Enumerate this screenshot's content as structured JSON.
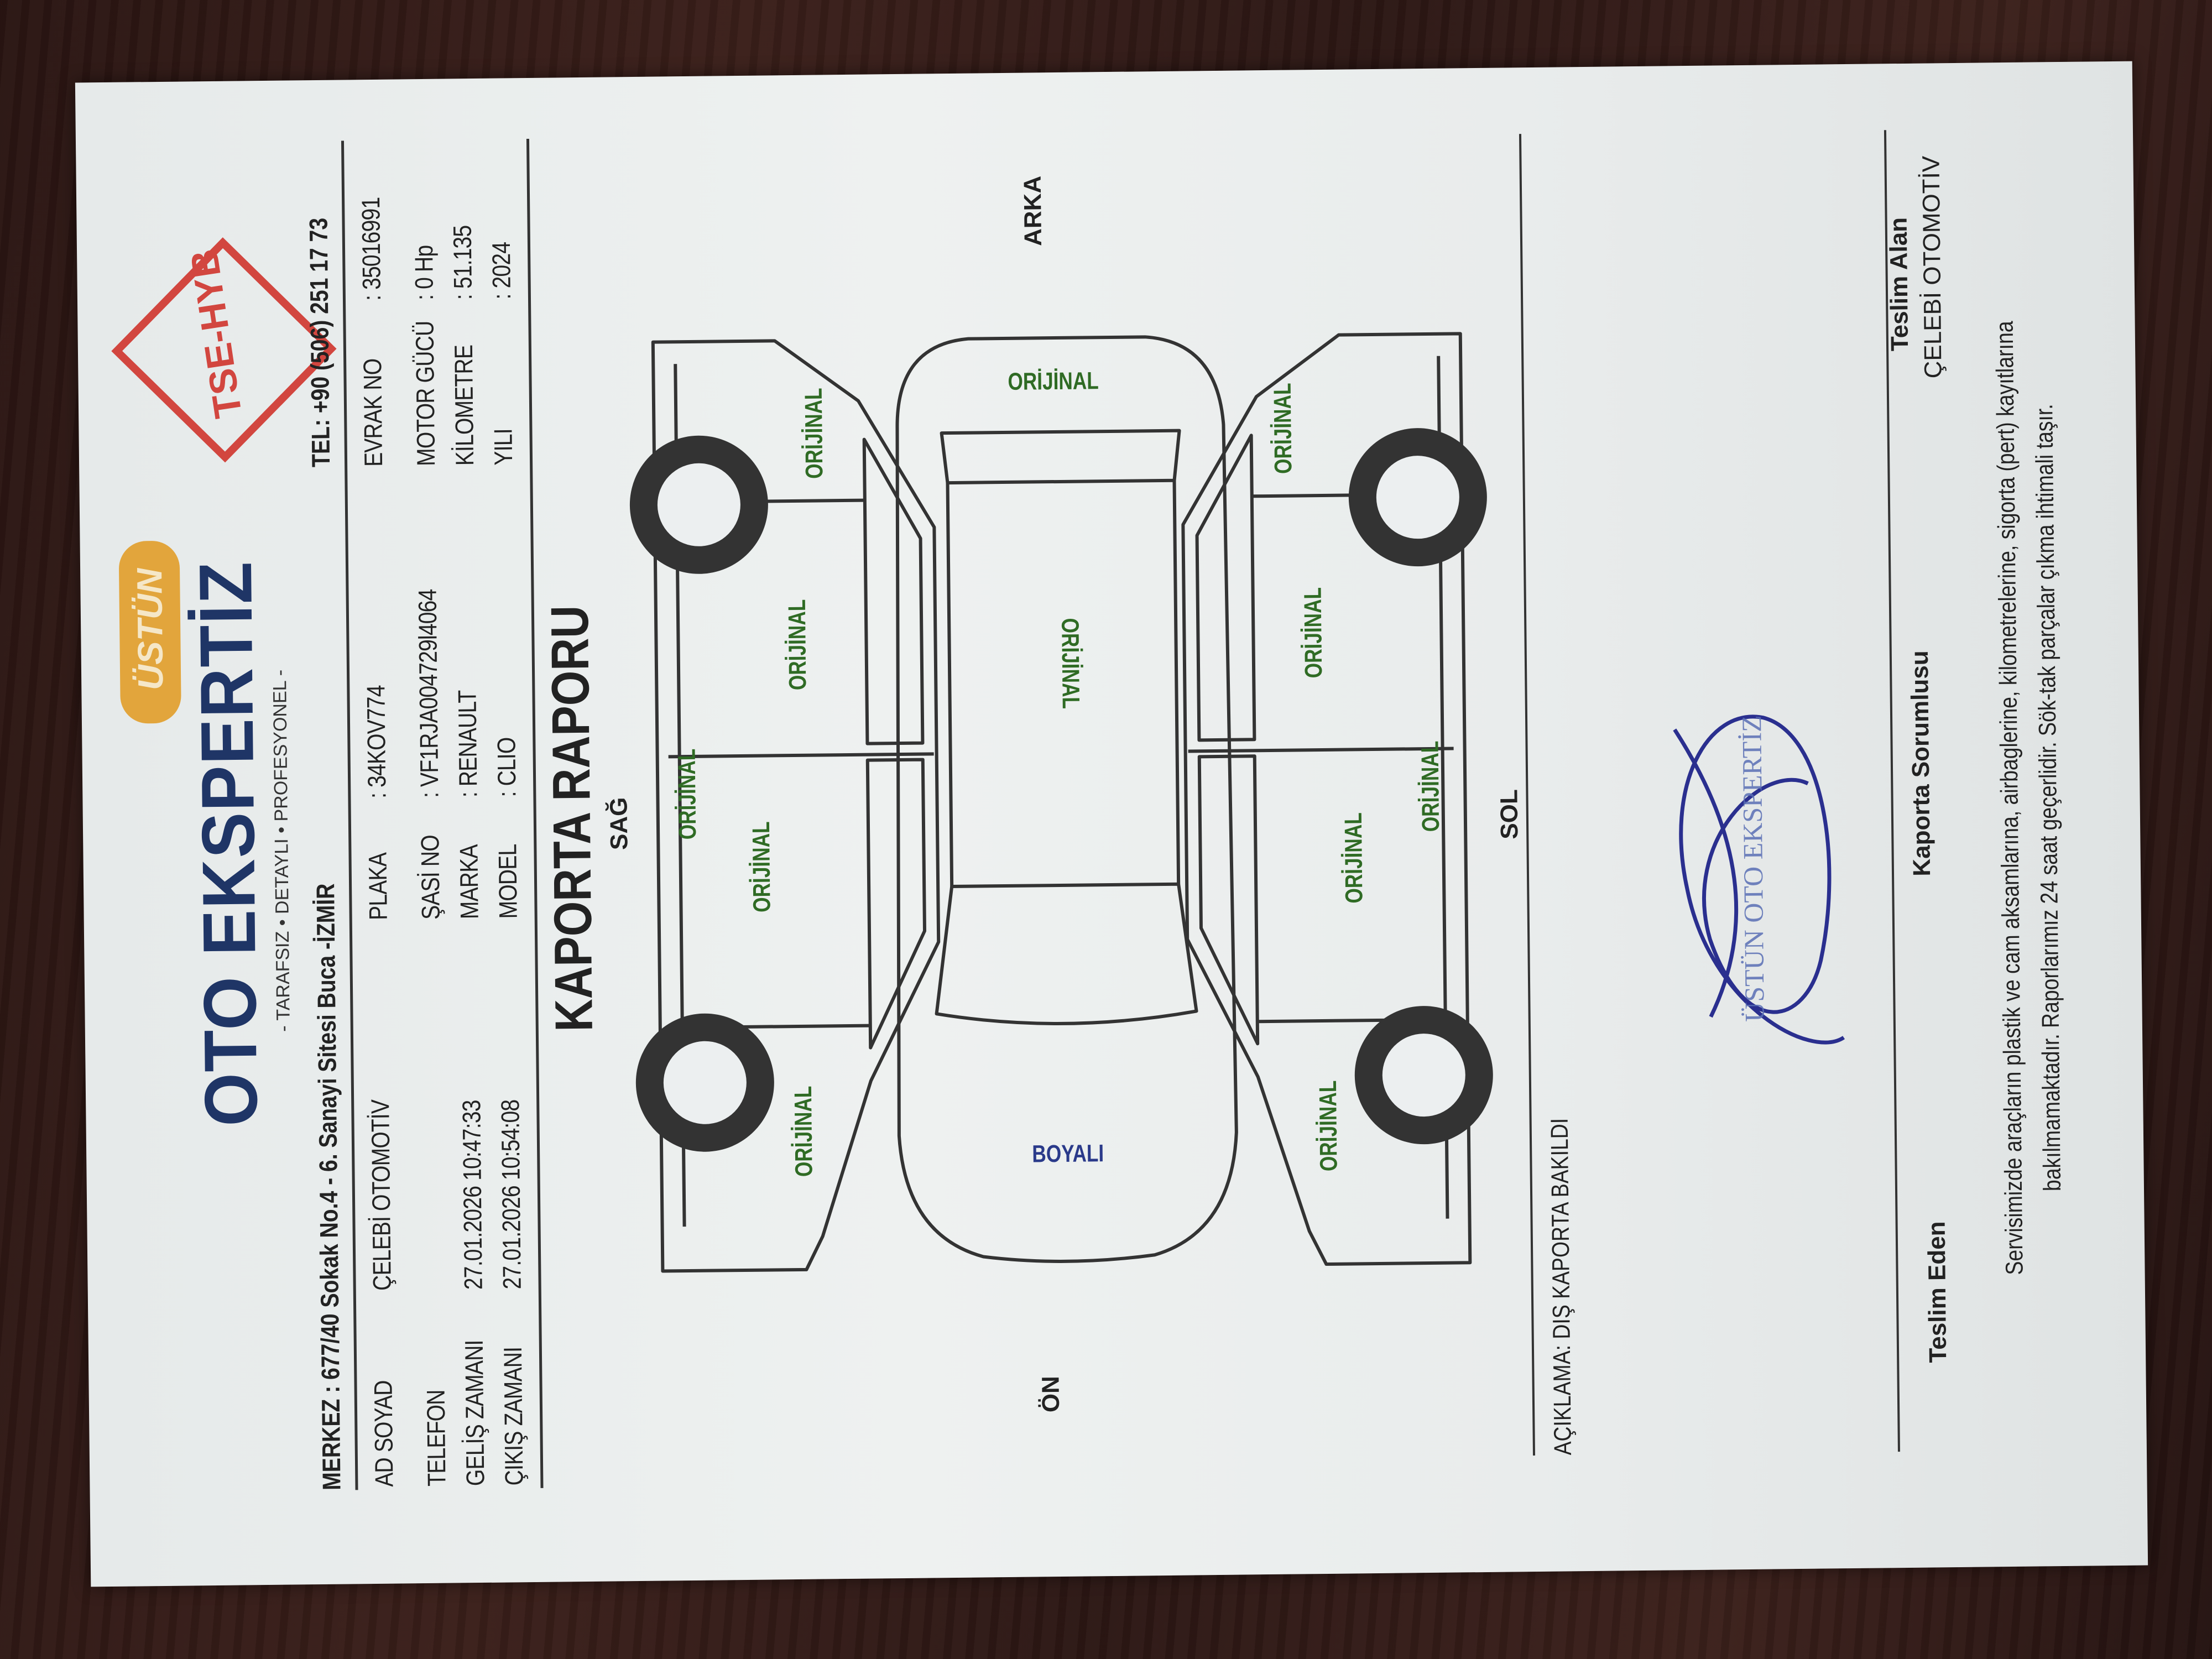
{
  "logo": {
    "badge": "ÜSTÜN",
    "name": "OTO EKSPERTİZ",
    "slogan": "- TARAFSIZ • DETAYLI • PROFESYONEL -",
    "cert": "TSE-HYB"
  },
  "header": {
    "address": "MERKEZ : 677/40 Sokak No.4 - 6. Sanayi Sitesi Buca -İZMİR",
    "phone": "TEL: +90 (506) 251 17 73"
  },
  "info": {
    "ad_soyad_label": "AD SOYAD",
    "ad_soyad": "ÇELEBİ OTOMOTİV",
    "telefon_label": "TELEFON",
    "telefon": "",
    "gelis_label": "GELİŞ ZAMANI",
    "gelis": "27.01.2026 10:47:33",
    "cikis_label": "ÇIKIŞ ZAMANI",
    "cikis": "27.01.2026 10:54:08",
    "plaka_label": "PLAKA",
    "plaka": ": 34KOV774",
    "sasi_label": "ŞASİ NO",
    "sasi": ": VF1RJA004729l4064",
    "marka_label": "MARKA",
    "marka": ": RENAULT",
    "model_label": "MODEL",
    "model": ": CLIO",
    "evrak_label": "EVRAK NO",
    "evrak": ": 35016991",
    "motor_label": "MOTOR GÜCÜ",
    "motor": ": 0 Hp",
    "km_label": "KİLOMETRE",
    "km": ": 51.135",
    "yil_label": "YILI",
    "yil": ": 2024"
  },
  "report": {
    "title": "KAPORTA RAPORU",
    "directions": {
      "right": "SAĞ",
      "left": "SOL",
      "front": "ÖN",
      "rear": "ARKA"
    },
    "parts": [
      {
        "name": "right-rear-fender",
        "status": "ORİJİNAL"
      },
      {
        "name": "right-rear-door",
        "status": "ORİJİNAL"
      },
      {
        "name": "right-roof-rail",
        "status": "ORİJİNAL"
      },
      {
        "name": "right-front-door",
        "status": "ORİJİNAL"
      },
      {
        "name": "right-front-fender",
        "status": "ORİJİNAL"
      },
      {
        "name": "trunk",
        "status": "ORİJİNAL"
      },
      {
        "name": "roof",
        "status": "ORİJİNAL"
      },
      {
        "name": "hood",
        "status": "BOYALI"
      },
      {
        "name": "left-rear-fender",
        "status": "ORİJİNAL"
      },
      {
        "name": "left-rear-door",
        "status": "ORİJİNAL"
      },
      {
        "name": "left-roof-rail",
        "status": "ORİJİNAL"
      },
      {
        "name": "left-front-door",
        "status": "ORİJİNAL"
      },
      {
        "name": "left-front-fender",
        "status": "ORİJİNAL"
      }
    ],
    "note": "AÇIKLAMA: DIŞ KAPORTA BAKILDI"
  },
  "signatures": {
    "stamp": "ÜSTÜN OTO EKSPERTİZ",
    "teslim_eden": "Teslim Eden",
    "kaporta_sorumlusu": "Kaporta Sorumlusu",
    "teslim_alan": "Teslim Alan",
    "teslim_alan_name": "ÇELEBİ OTOMOTİV"
  },
  "footer": {
    "line1": "Servisimizde araçların plastik ve cam aksamlarına, airbaglerine, kilometrelerine, sigorta (pert) kayıtlarına",
    "line2": "bakılmamaktadır. Raporlarımız 24 saat geçerlidir. Sök-tak parçalar çıkma ihtimali taşır."
  },
  "colors": {
    "brand": "#1f3566",
    "badge": "#e2a53c",
    "cert": "#d2463f",
    "original": "#2f6b24",
    "painted": "#2a3a8a"
  }
}
